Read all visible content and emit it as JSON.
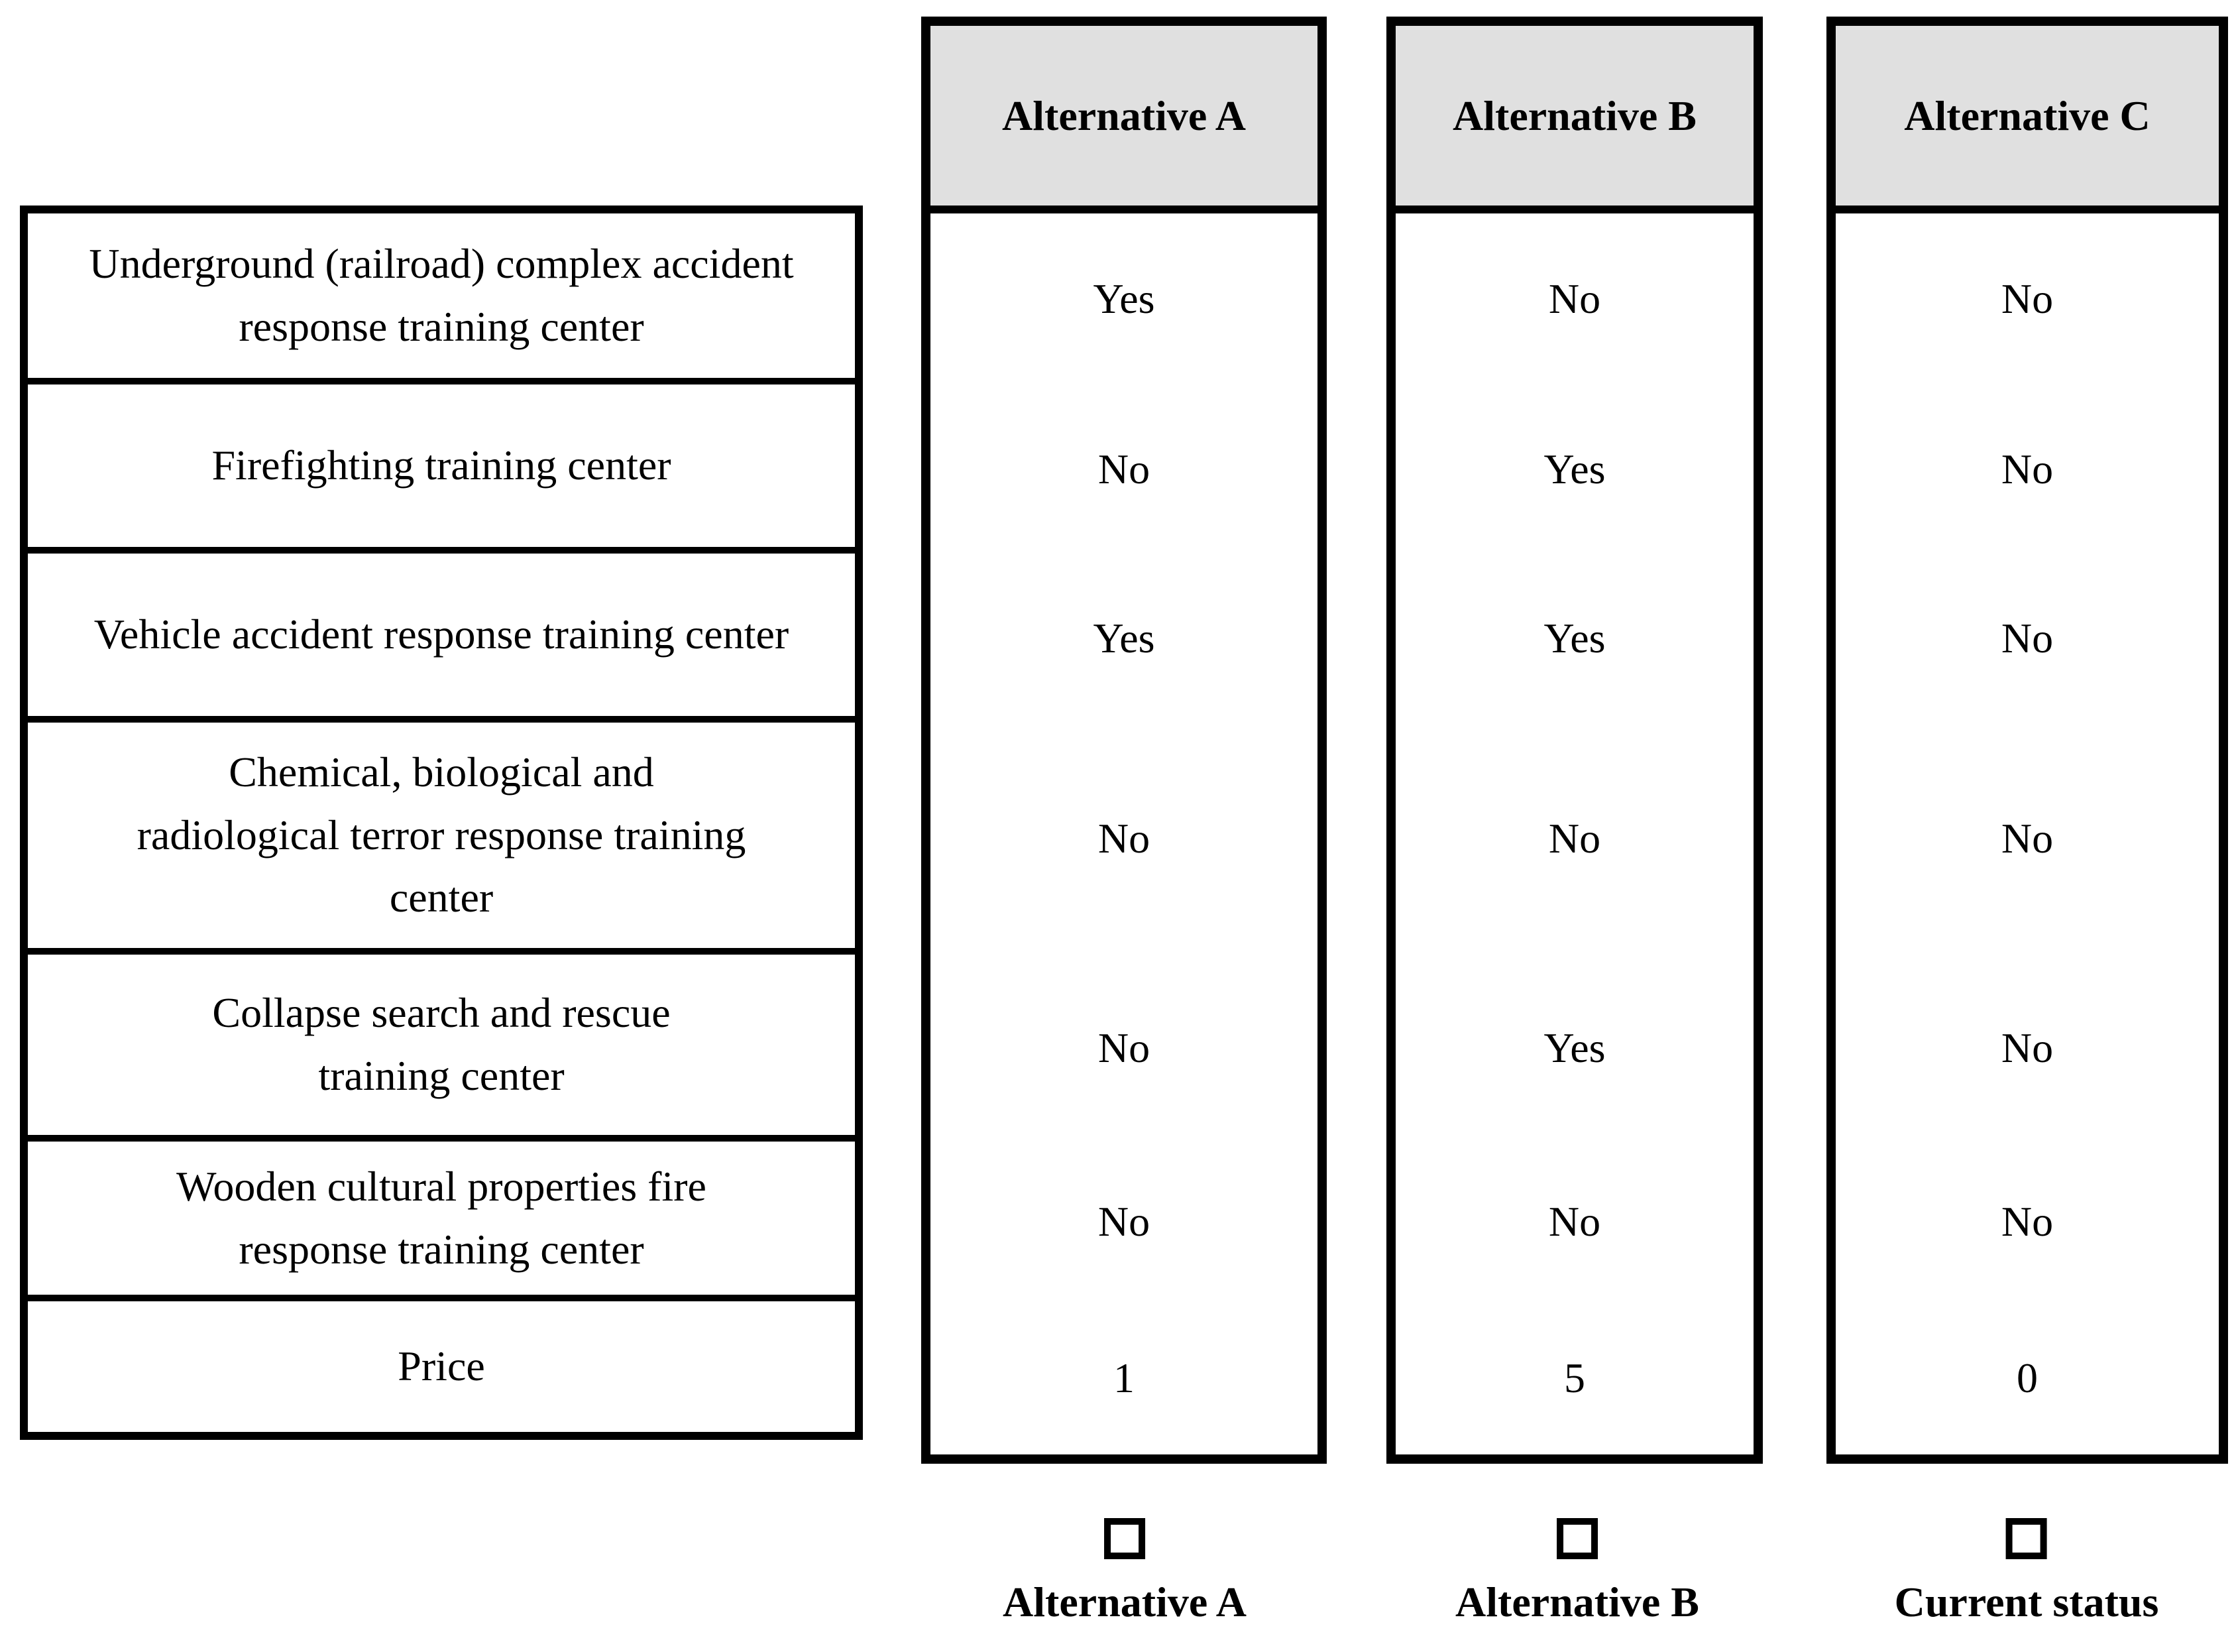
{
  "table": {
    "attributes": [
      "Underground (railroad) complex accident response training center",
      "Firefighting training center",
      "Vehicle accident response training center",
      "Chemical, biological and radiological terror response training center",
      "Collapse search and rescue training center",
      "Wooden cultural properties fire response training center",
      "Price"
    ],
    "alternatives": [
      {
        "name": "Alternative A",
        "values": [
          "Yes",
          "No",
          "Yes",
          "No",
          "No",
          "No",
          "1"
        ]
      },
      {
        "name": "Alternative B",
        "values": [
          "No",
          "Yes",
          "Yes",
          "No",
          "Yes",
          "No",
          "5"
        ]
      },
      {
        "name": "Alternative C",
        "values": [
          "No",
          "No",
          "No",
          "No",
          "No",
          "No",
          "0"
        ]
      }
    ]
  },
  "choices": [
    {
      "label": "Alternative A"
    },
    {
      "label": "Alternative B"
    },
    {
      "label": "Current status"
    }
  ],
  "colors": {
    "header_bg": "#e0e0e0",
    "border": "#000000",
    "background": "#ffffff"
  }
}
